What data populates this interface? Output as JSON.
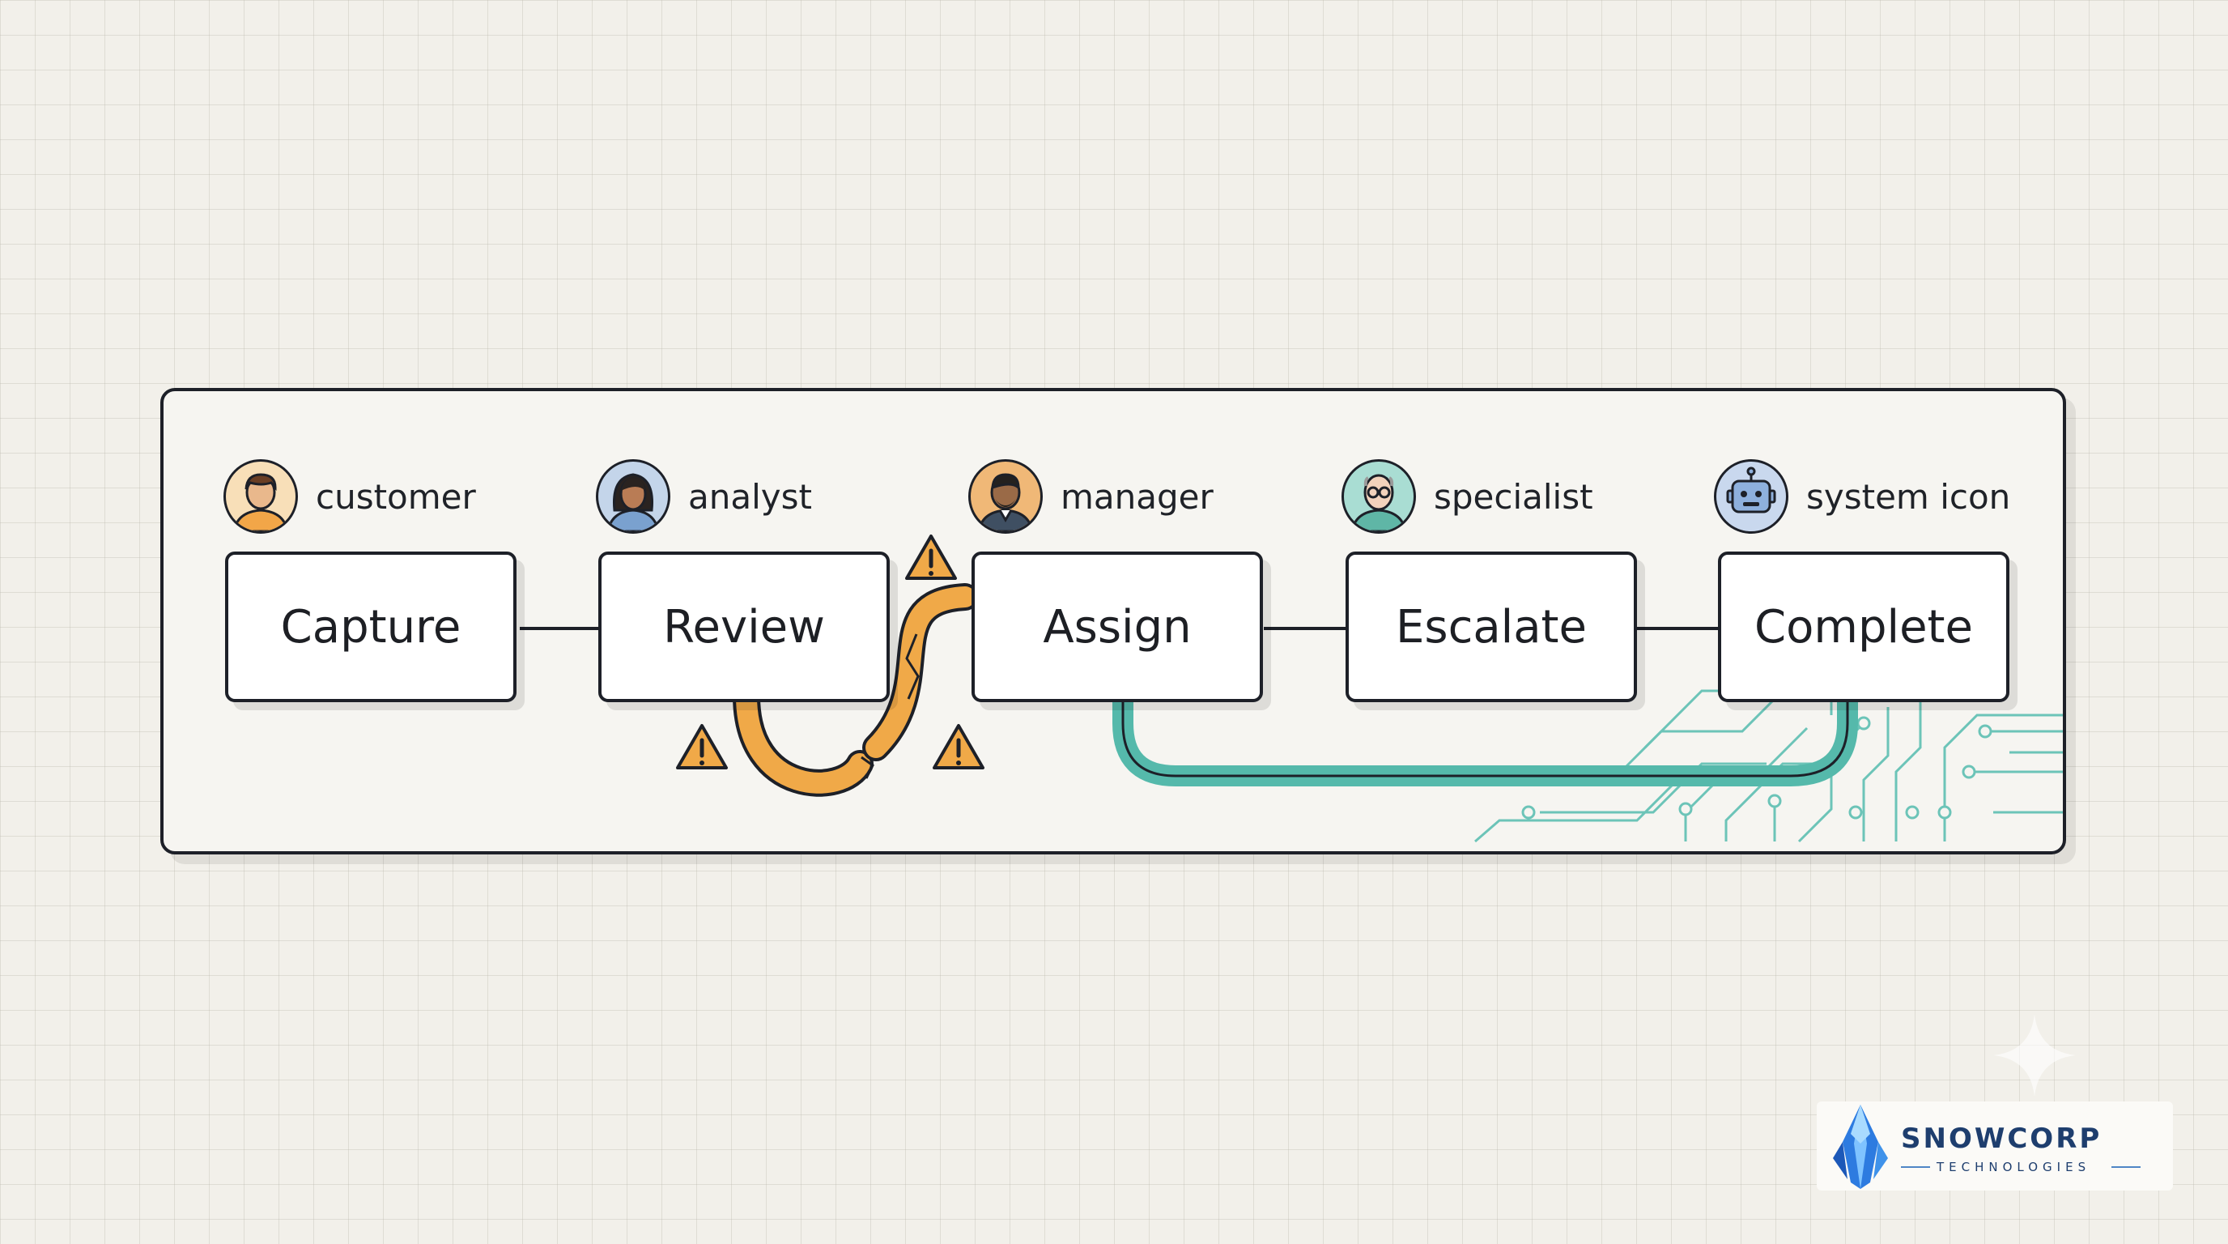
{
  "actors": [
    {
      "id": "customer",
      "label": "customer",
      "icon": "customer-avatar-icon"
    },
    {
      "id": "analyst",
      "label": "analyst",
      "icon": "analyst-avatar-icon"
    },
    {
      "id": "manager",
      "label": "manager",
      "icon": "manager-avatar-icon"
    },
    {
      "id": "specialist",
      "label": "specialist",
      "icon": "specialist-avatar-icon"
    },
    {
      "id": "system",
      "label": "system icon",
      "icon": "robot-icon"
    }
  ],
  "steps": [
    {
      "id": "capture",
      "label": "Capture"
    },
    {
      "id": "review",
      "label": "Review"
    },
    {
      "id": "assign",
      "label": "Assign"
    },
    {
      "id": "escalate",
      "label": "Escalate"
    },
    {
      "id": "complete",
      "label": "Complete"
    }
  ],
  "connections": {
    "broken_link": {
      "from": "Review",
      "to": "Assign",
      "icon": "warning-icon",
      "color": "#f0a948"
    },
    "automated_link": {
      "from": "Assign",
      "to": "Complete",
      "icon": "circuit-icon",
      "color": "#55b9ab"
    }
  },
  "brand": {
    "name": "SNOWCORP",
    "tagline": "TECHNOLOGIES",
    "icon": "crystal-logo-icon"
  },
  "colors": {
    "accent_warning": "#f0a948",
    "accent_automation": "#55b9ab",
    "outline": "#1d2028"
  }
}
